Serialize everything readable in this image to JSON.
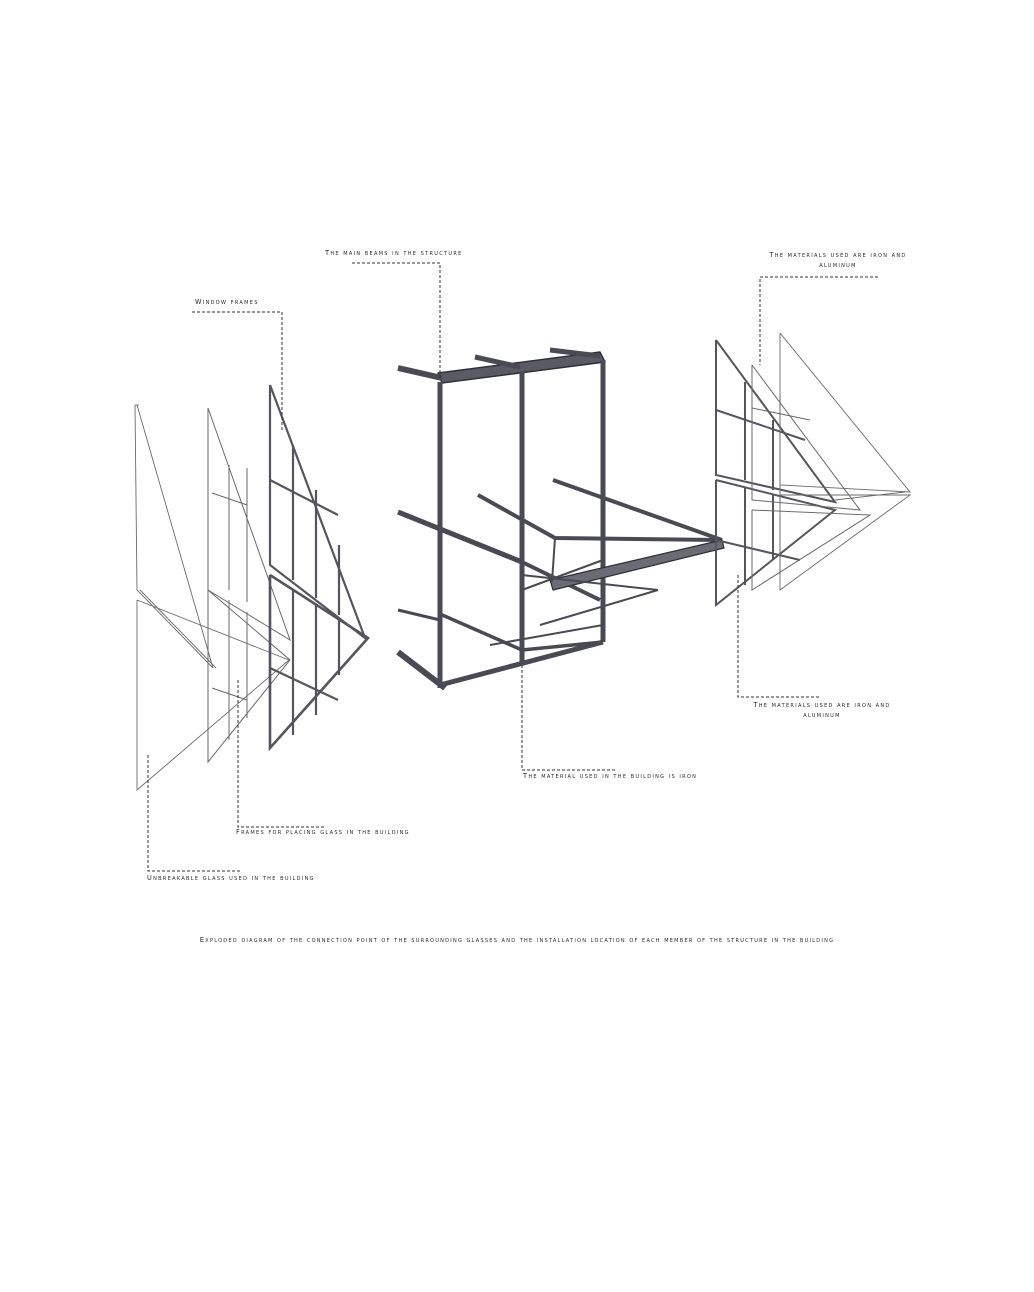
{
  "labels": {
    "main_beams": "The main beams in the structure",
    "materials_top_line1": "The materials used are iron and",
    "materials_top_line2": "aluminum",
    "window_frames": "Window frames",
    "materials_bottom_line1": "The materials used are iron and",
    "materials_bottom_line2": "aluminum",
    "material_iron": "The material used in the building is iron",
    "glass_frames": "Frames for placing glass in the building",
    "unbreakable_glass": "Unbreakable glass used in the building"
  },
  "caption": "Exploded diagram of the connection point of the surrounding glasses and the installation location of each member of the structure in the building",
  "colors": {
    "steel": "#4a4a55",
    "steel_dark": "#2e2e36",
    "frame_line": "#555555",
    "thin_line": "#6a6a6a",
    "leader": "#333333"
  }
}
